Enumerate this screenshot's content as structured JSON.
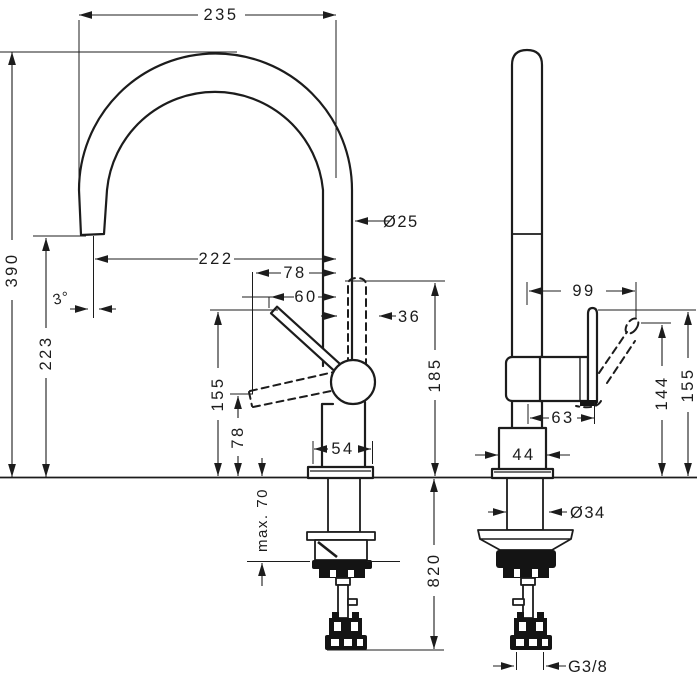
{
  "drawing": {
    "type": "faucet installation dimension drawing",
    "line_color": "#1c1c1c",
    "background": "#ffffff"
  },
  "left": {
    "reach": "235",
    "height": "390",
    "outlet_height": "223",
    "spout_diameter": "Ø25",
    "outlet_offset": "222",
    "handle_offset_78": "78",
    "handle_offset_60": "60",
    "handle_offset_36": "36",
    "outlet_angle": "3°",
    "handle_top_height": "185",
    "handle_height": "155",
    "handle_low_height": "78",
    "base_width": "54",
    "max_counter_thickness": "max. 70",
    "hose_length": "820"
  },
  "right": {
    "handle_reach": "99",
    "handle_tip_height": "144",
    "handle_top_height": "155",
    "handle_offset": "63",
    "base_depth": "44",
    "shaft_diameter": "Ø34",
    "hose_thread": "G3/8"
  }
}
